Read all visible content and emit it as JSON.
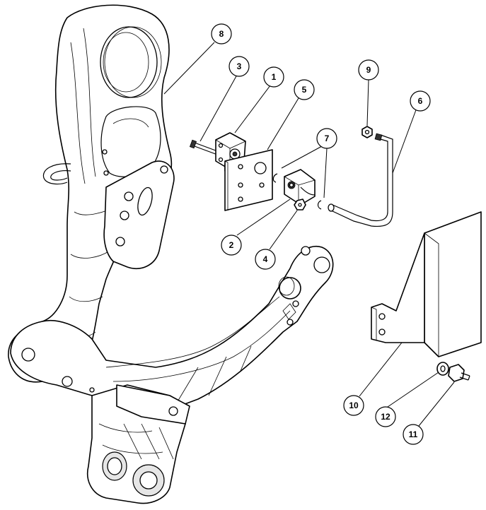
{
  "callouts": [
    {
      "id": "callout-8",
      "label": "8"
    },
    {
      "id": "callout-3",
      "label": "3"
    },
    {
      "id": "callout-1",
      "label": "1"
    },
    {
      "id": "callout-5",
      "label": "5"
    },
    {
      "id": "callout-9",
      "label": "9"
    },
    {
      "id": "callout-6",
      "label": "6"
    },
    {
      "id": "callout-7",
      "label": "7"
    },
    {
      "id": "callout-2",
      "label": "2"
    },
    {
      "id": "callout-4",
      "label": "4"
    },
    {
      "id": "callout-10",
      "label": "10"
    },
    {
      "id": "callout-12",
      "label": "12"
    },
    {
      "id": "callout-11",
      "label": "11"
    }
  ]
}
